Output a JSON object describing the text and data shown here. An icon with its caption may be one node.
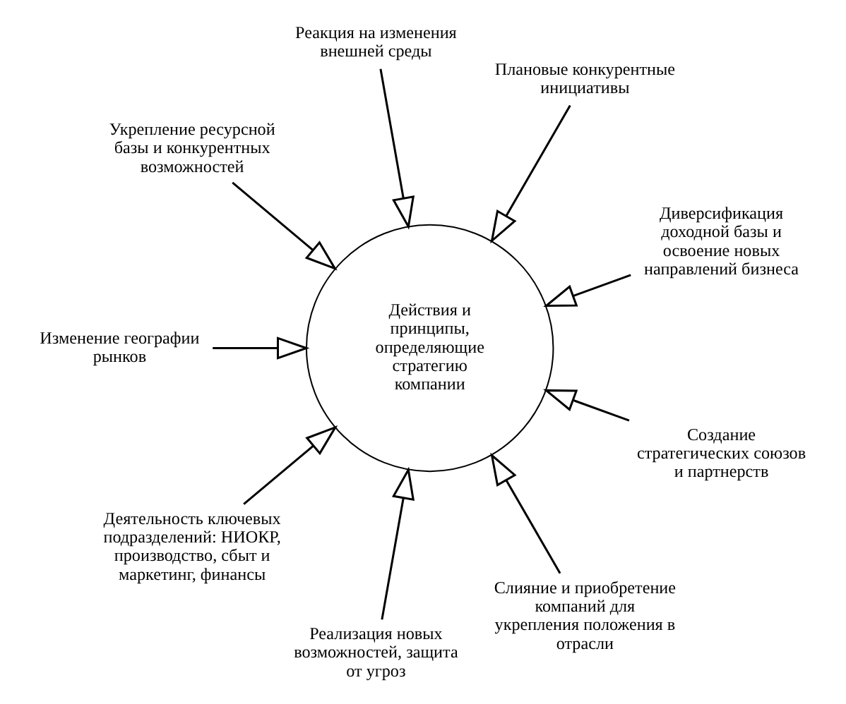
{
  "diagram": {
    "nodes": [
      {
        "text": [
          "Диверсификация доходной базы и освоение новых направлений бизнеса"
        ]
      },
      {
        "text": [
          "Плановые конкурентные инициативы"
        ]
      },
      {
        "text": [
          "Реакция на изменения внешней среды"
        ]
      },
      {
        "text": [
          "Укрепление ресурсной базы и конкурентных возможностей"
        ]
      },
      {
        "text": [
          "Изменение географии рынков"
        ]
      },
      {
        "text": [
          "Действия и принципы, определяющие стратегию компании"
        ]
      },
      {
        "text": [
          "Деятельность ключевых подразделений: НИОКР, производство, сбыт и маркетинг, финансы"
        ]
      },
      {
        "text": [
          "Реализация новых возможностей, защита от угроз"
        ]
      },
      {
        "text": [
          "Слияние и приобретение компаний для укрепления положения в отрасли"
        ]
      },
      {
        "text": [
          "Создание стратегических союзов и партнерств"
        ]
      }
    ],
    "edges": [
      {
        "from": 0,
        "to": 5,
        "arrow": "to"
      },
      {
        "from": 1,
        "to": 5,
        "arrow": "to"
      },
      {
        "from": 2,
        "to": 5,
        "arrow": "to"
      },
      {
        "from": 3,
        "to": 5,
        "arrow": "to"
      },
      {
        "from": 4,
        "to": 5,
        "arrow": "to"
      },
      {
        "from": 6,
        "to": 5,
        "arrow": "to"
      },
      {
        "from": 7,
        "to": 5,
        "arrow": "to"
      },
      {
        "from": 8,
        "to": 5,
        "arrow": "to"
      },
      {
        "from": 9,
        "to": 5,
        "arrow": "to"
      }
    ]
  }
}
